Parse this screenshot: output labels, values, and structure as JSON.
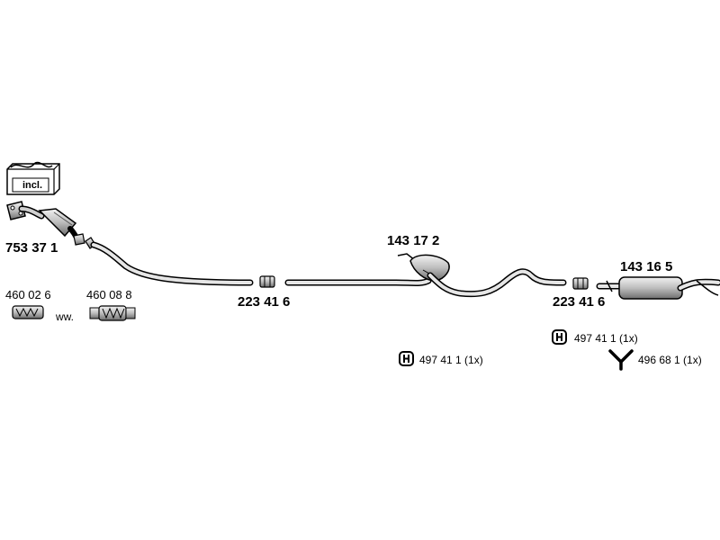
{
  "parts": {
    "catalytic_converter": {
      "number": "753 37 1",
      "kit_label": "incl."
    },
    "gasket_a": {
      "number": "460 02 6"
    },
    "gasket_b": {
      "number": "460 08 8"
    },
    "gasket_joiner": "ww.",
    "clamp_front": {
      "number": "223 41 6"
    },
    "middle_silencer": {
      "number": "143 17 2"
    },
    "clamp_rear": {
      "number": "223 41 6"
    },
    "rear_silencer": {
      "number": "143 16 5"
    }
  },
  "mounts": {
    "mount_middle": {
      "text": "497 41 1 (1x)",
      "icon": "rubber-mount-icon"
    },
    "mount_rear": {
      "text": "497 41 1 (1x)",
      "icon": "rubber-mount-icon"
    },
    "hanger_rear": {
      "text": "496 68 1 (1x)",
      "icon": "hanger-icon"
    }
  },
  "colors": {
    "line": "#000000",
    "part_fill": "#d9d9d9",
    "part_dark": "#7a7a7a",
    "background": "#ffffff"
  }
}
